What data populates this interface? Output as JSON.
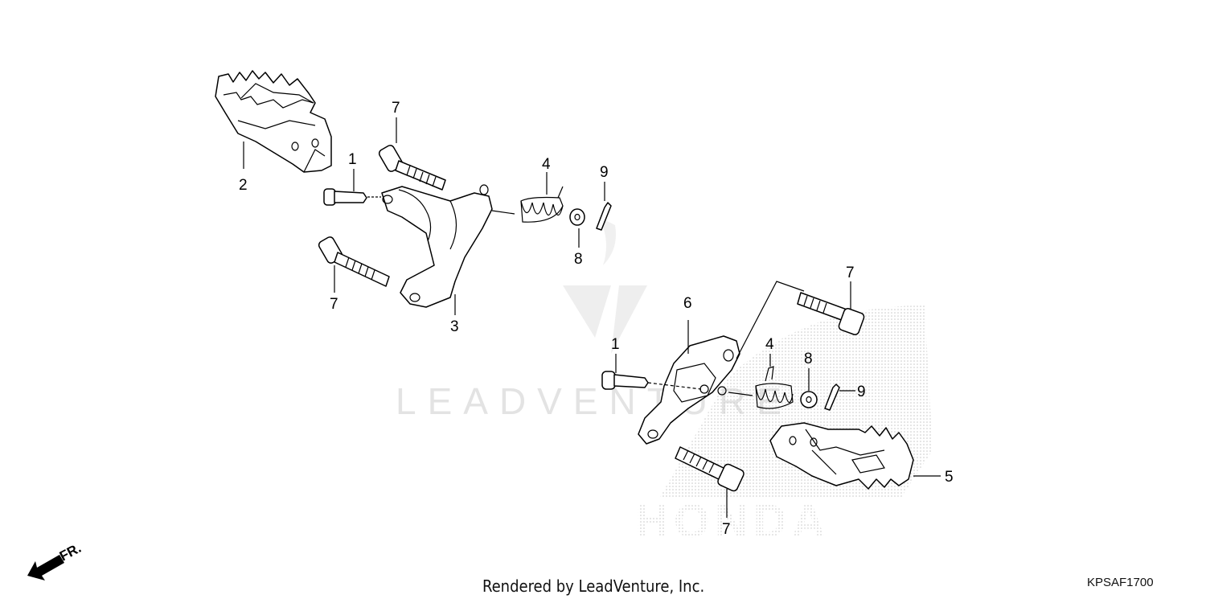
{
  "diagram": {
    "callouts": [
      {
        "id": "c1a",
        "text": "1"
      },
      {
        "id": "c2",
        "text": "2"
      },
      {
        "id": "c3",
        "text": "3"
      },
      {
        "id": "c4a",
        "text": "4"
      },
      {
        "id": "c7a",
        "text": "7"
      },
      {
        "id": "c7b",
        "text": "7"
      },
      {
        "id": "c8a",
        "text": "8"
      },
      {
        "id": "c9a",
        "text": "9"
      },
      {
        "id": "c1b",
        "text": "1"
      },
      {
        "id": "c4b",
        "text": "4"
      },
      {
        "id": "c5",
        "text": "5"
      },
      {
        "id": "c6",
        "text": "6"
      },
      {
        "id": "c7c",
        "text": "7"
      },
      {
        "id": "c7d",
        "text": "7"
      },
      {
        "id": "c8b",
        "text": "8"
      },
      {
        "id": "c9b",
        "text": "9"
      }
    ],
    "front_arrow_label": "FR.",
    "watermark_text": "LEADVENTURE",
    "brand_watermark": "HONDA"
  },
  "footer": {
    "rendered_by": "Rendered by LeadVenture, Inc.",
    "diagram_code": "KPSAF1700"
  },
  "colors": {
    "line": "#000000",
    "watermark": "#e3e3e3",
    "stipple": "#cfcfcf"
  }
}
